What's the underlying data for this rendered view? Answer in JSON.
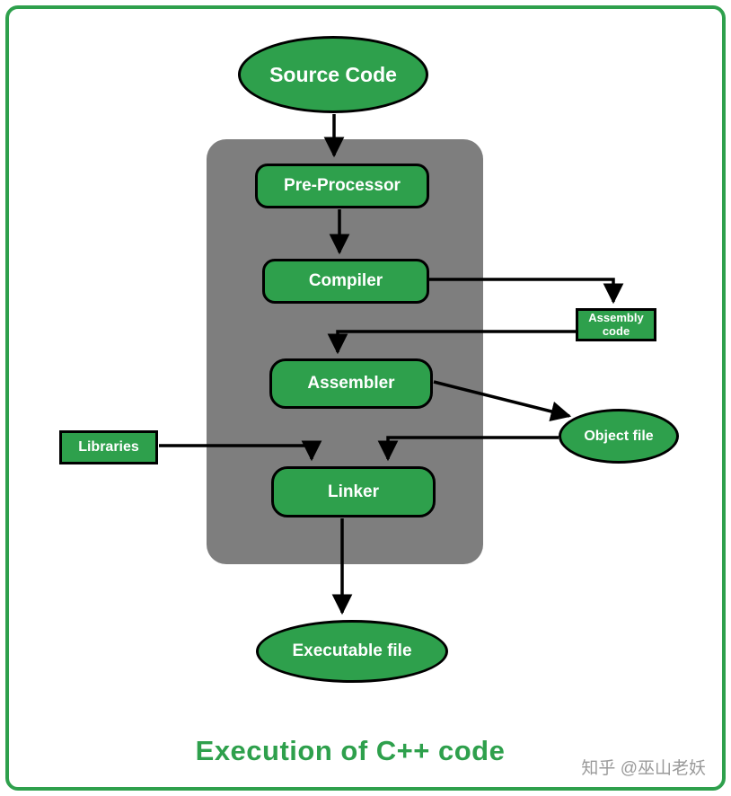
{
  "diagram": {
    "title": "Execution of C++ code",
    "watermark": "知乎 @巫山老妖",
    "colors": {
      "node_green": "#2ea04c",
      "container_gray": "#7e7e7e",
      "frame_green": "#2ea04c",
      "title_green": "#2ea04c",
      "arrow_black": "#000000",
      "node_text": "#ffffff"
    },
    "nodes": {
      "source_code": {
        "label": "Source Code",
        "shape": "ellipse"
      },
      "pre_processor": {
        "label": "Pre-Processor",
        "shape": "rounded-rect"
      },
      "compiler": {
        "label": "Compiler",
        "shape": "rounded-rect"
      },
      "assembly_code": {
        "label": "Assembly code",
        "shape": "rect"
      },
      "assembler": {
        "label": "Assembler",
        "shape": "rounded-rect"
      },
      "libraries": {
        "label": "Libraries",
        "shape": "rect"
      },
      "object_file": {
        "label": "Object file",
        "shape": "ellipse"
      },
      "linker": {
        "label": "Linker",
        "shape": "rounded-rect"
      },
      "executable_file": {
        "label": "Executable file",
        "shape": "ellipse"
      }
    },
    "edges": [
      {
        "from": "source_code",
        "to": "pre_processor"
      },
      {
        "from": "pre_processor",
        "to": "compiler"
      },
      {
        "from": "compiler",
        "to": "assembly_code"
      },
      {
        "from": "assembly_code",
        "to": "assembler"
      },
      {
        "from": "assembler",
        "to": "object_file"
      },
      {
        "from": "object_file",
        "to": "linker"
      },
      {
        "from": "libraries",
        "to": "linker"
      },
      {
        "from": "linker",
        "to": "executable_file"
      }
    ]
  }
}
